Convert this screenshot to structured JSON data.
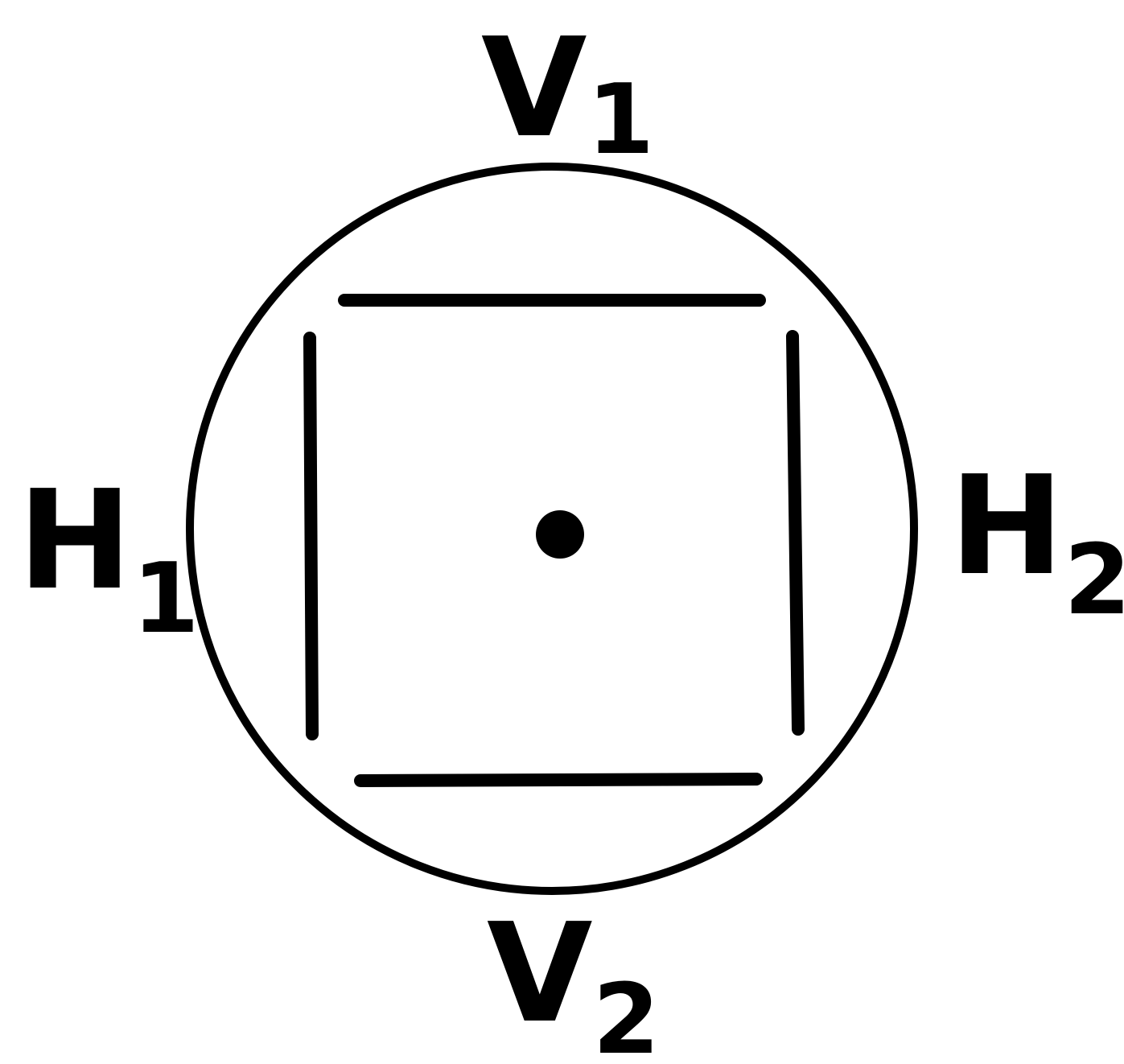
{
  "labels": {
    "v1": {
      "letter": "V",
      "sub": "1"
    },
    "v2": {
      "letter": "V",
      "sub": "2"
    },
    "h1": {
      "letter": "H",
      "sub": "1"
    },
    "h2": {
      "letter": "H",
      "sub": "2"
    }
  },
  "colors": {
    "ink": "#000000",
    "background": "#ffffff"
  }
}
